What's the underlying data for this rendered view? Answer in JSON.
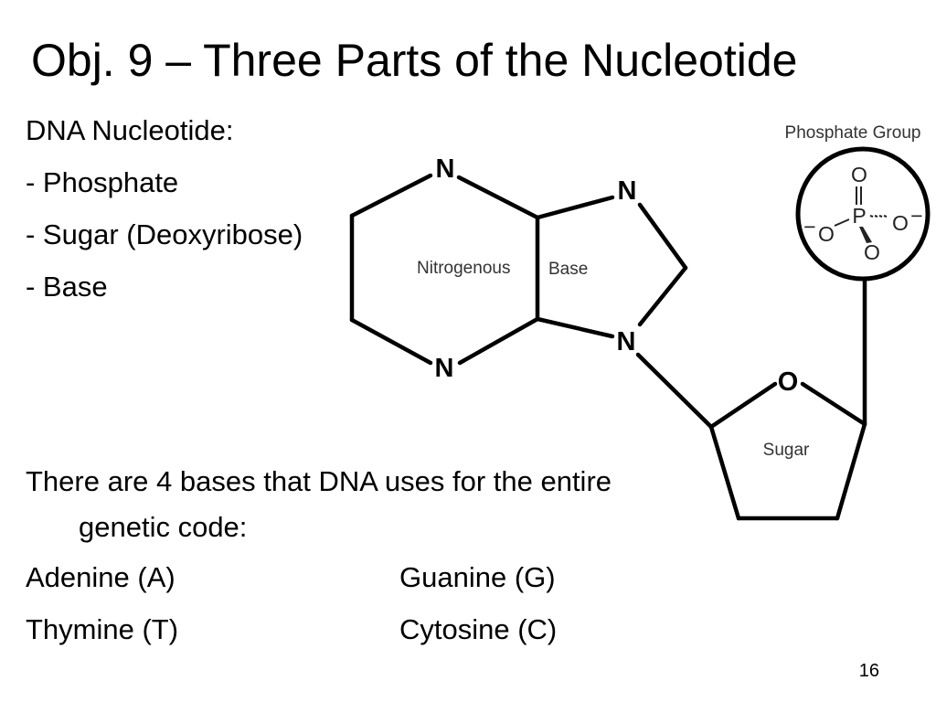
{
  "slide": {
    "title": "Obj. 9 – Three Parts of the Nucleotide",
    "intro": "DNA Nucleotide:",
    "parts": [
      "- Phosphate",
      "- Sugar (Deoxyribose)",
      "- Base"
    ],
    "bases_text_line1": "There are 4 bases that DNA uses for the entire",
    "bases_text_line2": "genetic code:",
    "bases": {
      "adenine": "Adenine (A)",
      "guanine": "Guanine (G)",
      "thymine": "Thymine (T)",
      "cytosine": "Cytosine (C)"
    },
    "page_number": "16"
  },
  "diagram": {
    "base_atoms": {
      "n_top_left": "N",
      "n_top_right": "N",
      "n_bottom_right": "N",
      "n_bottom_left": "N"
    },
    "base_label_1": "Nitrogenous",
    "base_label_2": "Base",
    "sugar_oxygen": "O",
    "sugar_label": "Sugar",
    "phosphate_label": "Phosphate Group",
    "phosphate_atoms": {
      "p": "P",
      "o_top": "O",
      "o_left": "O",
      "o_right": "O",
      "o_bottom": "O",
      "minus_left": "−",
      "minus_right": "−"
    }
  }
}
